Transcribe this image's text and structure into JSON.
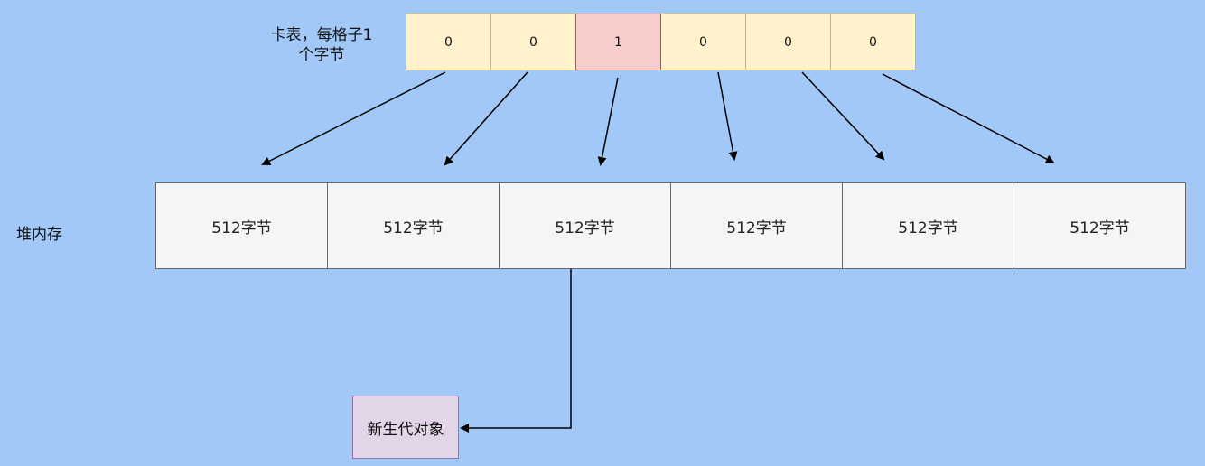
{
  "card_table": {
    "label": "卡表，每格子1个字节",
    "cells": [
      "0",
      "0",
      "1",
      "0",
      "0",
      "0"
    ]
  },
  "heap": {
    "label": "堆内存",
    "cells": [
      "512字节",
      "512字节",
      "512字节",
      "512字节",
      "512字节",
      "512字节"
    ]
  },
  "young_object": {
    "label": "新生代对象"
  },
  "colors": {
    "background": "#a2c8f7",
    "card_cell_fill": "#fff2cc",
    "card_cell_stroke": "#d6b656",
    "dirty_card_fill": "#f8cecc",
    "dirty_card_stroke": "#b85450",
    "heap_cell_fill": "#f5f5f5",
    "heap_cell_stroke": "#666666",
    "young_object_fill": "#e1d5e7",
    "young_object_stroke": "#9673a6"
  }
}
